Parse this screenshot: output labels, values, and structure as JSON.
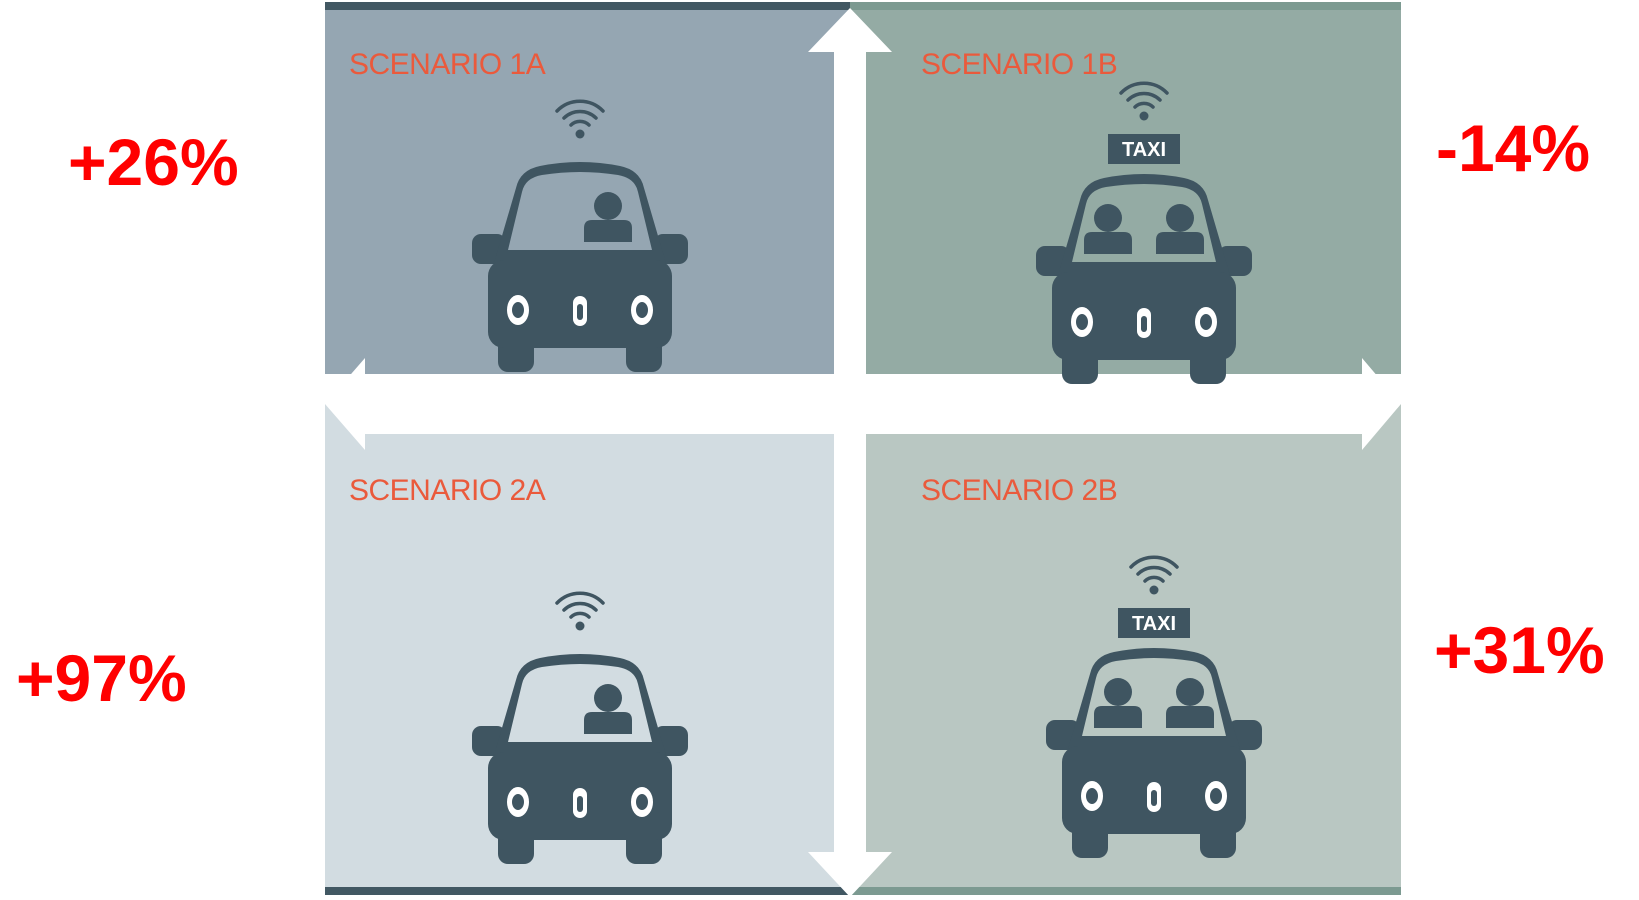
{
  "scenarios": [
    {
      "id": "1A",
      "title": "SCENARIO 1A",
      "vehicle": "private-car",
      "riders": 1,
      "change": "+26%"
    },
    {
      "id": "1B",
      "title": "SCENARIO 1B",
      "vehicle": "taxi",
      "riders": 2,
      "sign_text": "TAXI",
      "change": "-14%"
    },
    {
      "id": "2A",
      "title": "SCENARIO 2A",
      "vehicle": "private-car",
      "riders": 1,
      "change": "+97%"
    },
    {
      "id": "2B",
      "title": "SCENARIO 2B",
      "vehicle": "taxi",
      "riders": 2,
      "sign_text": "TAXI",
      "change": "+31%"
    }
  ],
  "icons": {
    "car": "autonomous-car-icon",
    "taxi": "autonomous-taxi-icon",
    "signal": "wifi-signal-icon",
    "passenger": "passenger-icon"
  },
  "colors": {
    "quadrant_1a": "#95a6b2",
    "quadrant_1b": "#94aba4",
    "quadrant_2a": "#d2dce1",
    "quadrant_2b": "#b9c7c2",
    "title_text": "#ea5a3c",
    "percent_text": "#ff0000",
    "vehicle": "#3f5561",
    "arrows": "#ffffff"
  }
}
